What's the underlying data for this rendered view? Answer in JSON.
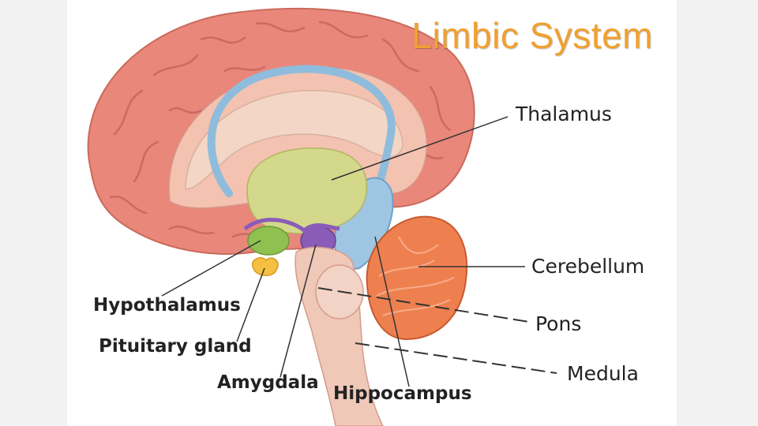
{
  "title": "Limbic System",
  "labels": {
    "thalamus": "Thalamus",
    "cerebellum": "Cerebellum",
    "pons": "Pons",
    "medula": "Medula",
    "hypothalamus": "Hypothalamus",
    "pituitary": "Pituitary gland",
    "amygdala": "Amygdala",
    "hippocampus": "Hippocampus"
  },
  "colors": {
    "title": "#f0a030",
    "cortex": "#e8877a",
    "cortex_inner": "#f4c2b0",
    "corpus_callosum": "#f3d6c6",
    "fornix": "#8fbcdc",
    "thalamus": "#d3d88a",
    "hypothalamus": "#8fc050",
    "pituitary": "#f5c040",
    "amygdala": "#8a5cb8",
    "cerebellum": "#ee8050",
    "brainstem": "#f0c8b8"
  }
}
